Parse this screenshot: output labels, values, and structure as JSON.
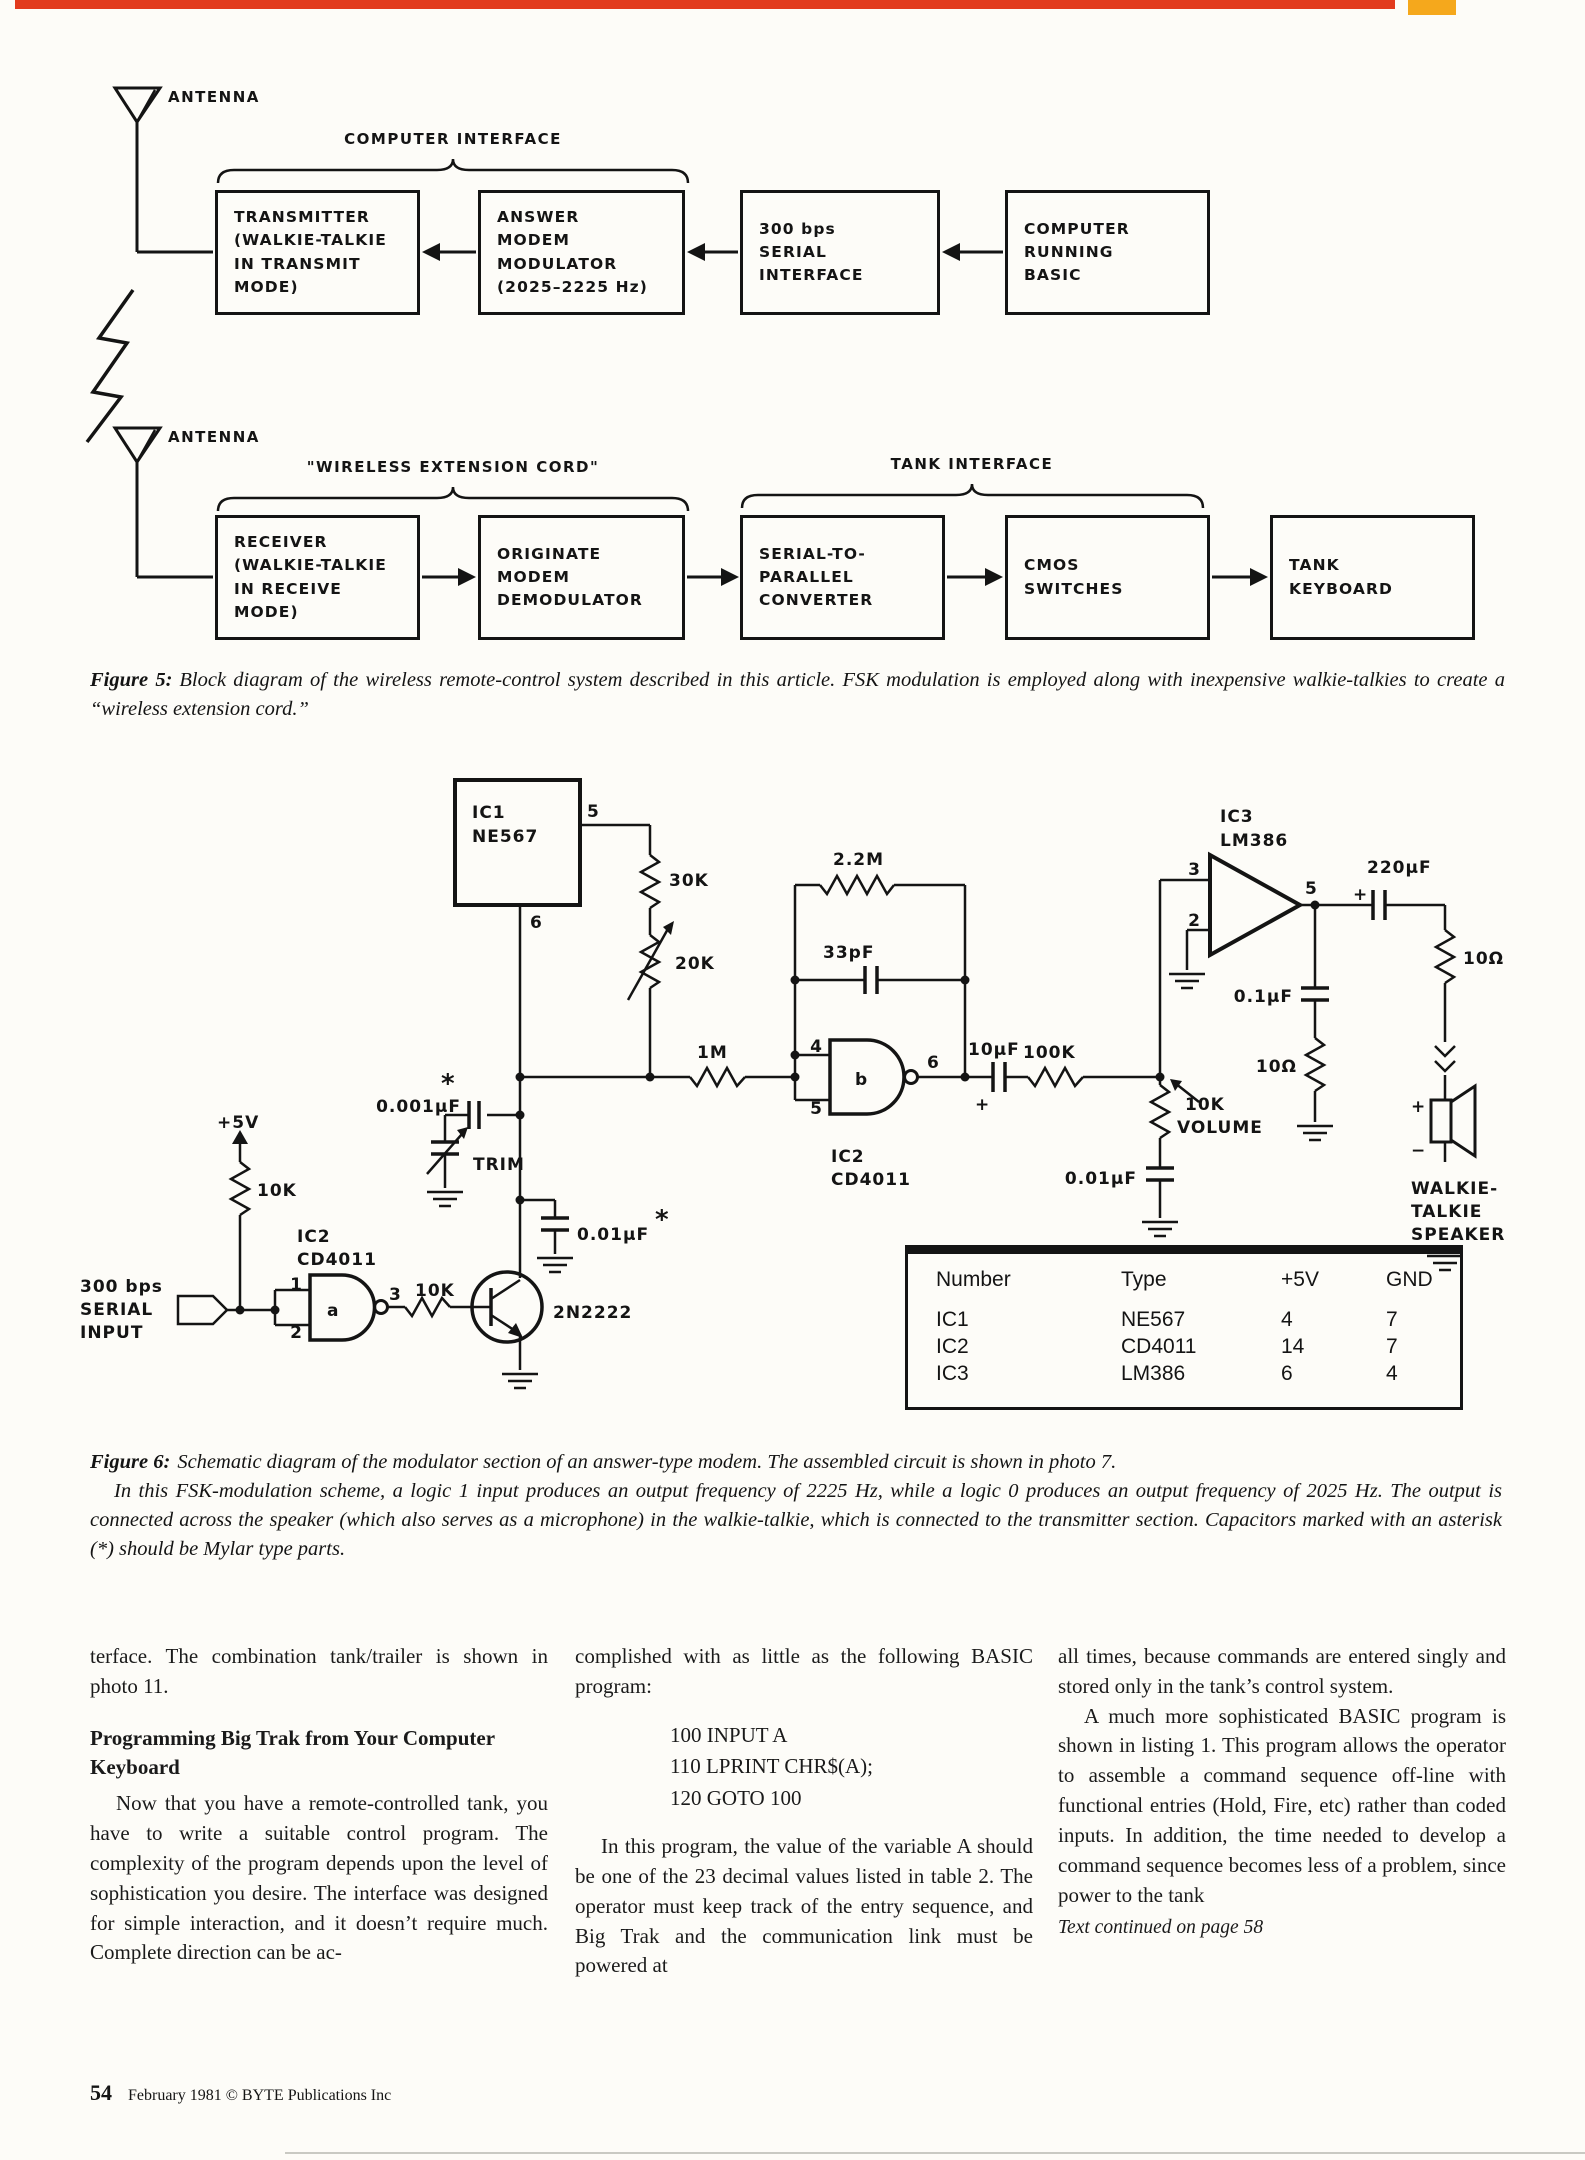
{
  "page": {
    "footer_page_number": "54",
    "footer_credit": "February 1981 © BYTE Publications Inc"
  },
  "figure5": {
    "antenna1": "ANTENNA",
    "antenna2": "ANTENNA",
    "brace_top": "COMPUTER INTERFACE",
    "brace_wireless": "\"WIRELESS EXTENSION CORD\"",
    "brace_tank": "TANK INTERFACE",
    "transmitter": [
      "TRANSMITTER",
      "(WALKIE-TALKIE",
      "IN TRANSMIT",
      "MODE)"
    ],
    "answer_modem": [
      "ANSWER",
      "MODEM",
      "MODULATOR",
      "(2025–2225 Hz)"
    ],
    "serial_interface": [
      "300 bps",
      "SERIAL",
      "INTERFACE"
    ],
    "computer": [
      "COMPUTER",
      "RUNNING",
      "BASIC"
    ],
    "receiver": [
      "RECEIVER",
      "(WALKIE-TALKIE",
      "IN RECEIVE",
      "MODE)"
    ],
    "originate_modem": [
      "ORIGINATE",
      "MODEM",
      "DEMODULATOR"
    ],
    "serial_to_parallel": [
      "SERIAL-TO-",
      "PARALLEL",
      "CONVERTER"
    ],
    "cmos_switches": [
      "CMOS",
      "SWITCHES"
    ],
    "tank_keyboard": [
      "TANK",
      "KEYBOARD"
    ],
    "caption_label": "Figure 5:",
    "caption_text": "Block diagram of the wireless remote-control system described in this article. FSK modulation is employed along with inexpensive walkie-talkies to create a “wireless extension cord.”"
  },
  "figure6": {
    "ic1_name": "IC1",
    "ic1_part": "NE567",
    "pin5": "5",
    "pin6": "6",
    "r30k": "30K",
    "r20k": "20K",
    "r1m": "1M",
    "r2m2": "2.2M",
    "c33pf": "33pF",
    "gb_pin4": "4",
    "gb_pin5": "5",
    "gb_pin6": "6",
    "gate_b": "b",
    "ic2b_name": "IC2",
    "ic2b_part": "CD4011",
    "c10uf": "10μF",
    "plus_a": "+",
    "r100k": "100K",
    "pot_value": "10K",
    "pot_label": "VOLUME",
    "c001uf_vol": "0.01μF",
    "ic3_name": "IC3",
    "ic3_part": "LM386",
    "pin3": "3",
    "pin2": "2",
    "ic3_pin5": "5",
    "c220uf": "220μF",
    "plus_b": "+",
    "c01uf": "0.1μF",
    "r10ohm_a": "10Ω",
    "r10ohm_b": "10Ω",
    "spk_plus": "+",
    "spk_minus": "−",
    "speaker1": "WALKIE-",
    "speaker2": "TALKIE",
    "speaker3": "SPEAKER",
    "plus5v": "+5V",
    "r10k_pullup": "10K",
    "c0001uf": "0.001μF",
    "ast1": "*",
    "trim": "TRIM",
    "c001uf_b": "0.01μF",
    "ast2": "*",
    "ic2a_name": "IC2",
    "ic2a_part": "CD4011",
    "ga_pin1": "1",
    "ga_pin2": "2",
    "ga_pin3": "3",
    "gate_a": "a",
    "r10k_base": "10K",
    "transistor": "2N2222",
    "input1": "300 bps",
    "input2": "SERIAL",
    "input3": "INPUT",
    "table": {
      "h": [
        "Number",
        "Type",
        "+5V",
        "GND"
      ],
      "rows": [
        [
          "IC1",
          "NE567",
          "4",
          "7"
        ],
        [
          "IC2",
          "CD4011",
          "14",
          "7"
        ],
        [
          "IC3",
          "LM386",
          "6",
          "4"
        ]
      ]
    },
    "caption_label": "Figure 6:",
    "caption_p1": "Schematic diagram of the modulator section of an answer-type modem. The assembled circuit is shown in photo 7.",
    "caption_p2": "In this FSK-modulation scheme, a logic 1 input produces an output frequency of 2225 Hz, while a logic 0 produces an output frequency of 2025 Hz. The output is connected across the speaker (which also serves as a microphone) in the walkie-talkie, which is connected to the transmitter section. Capacitors marked with an asterisk (*) should be Mylar type parts."
  },
  "article": {
    "col1_p1": "terface. The combination tank/trailer is shown in photo 11.",
    "col1_heading": "Programming Big Trak from Your Computer Keyboard",
    "col1_p2": "Now that you have a remote-controlled tank, you have to write a suitable control program. The complexity of the program depends upon the level of sophistication you desire. The interface was designed for simple interaction, and it doesn’t require much. Complete direction can be ac-",
    "col2_p1": "complished with as little as the following BASIC program:",
    "code": [
      "100 INPUT A",
      "110 LPRINT CHR$(A);",
      "120 GOTO 100"
    ],
    "col2_p2": "In this program, the value of the variable A should be one of the 23 decimal values listed in table 2. The operator must keep track of the entry sequence, and Big Trak and the communication link must be powered at",
    "col3_p1": "all times, because commands are entered singly and stored only in the tank’s control system.",
    "col3_p2": "A much more sophisticated BASIC program is shown in listing 1. This program allows the operator to assemble a command sequence off-line with functional entries (Hold, Fire, etc) rather than coded inputs. In addition, the time needed to develop a command sequence becomes less of a problem, since power to the tank",
    "continued": "Text continued on page 58"
  }
}
